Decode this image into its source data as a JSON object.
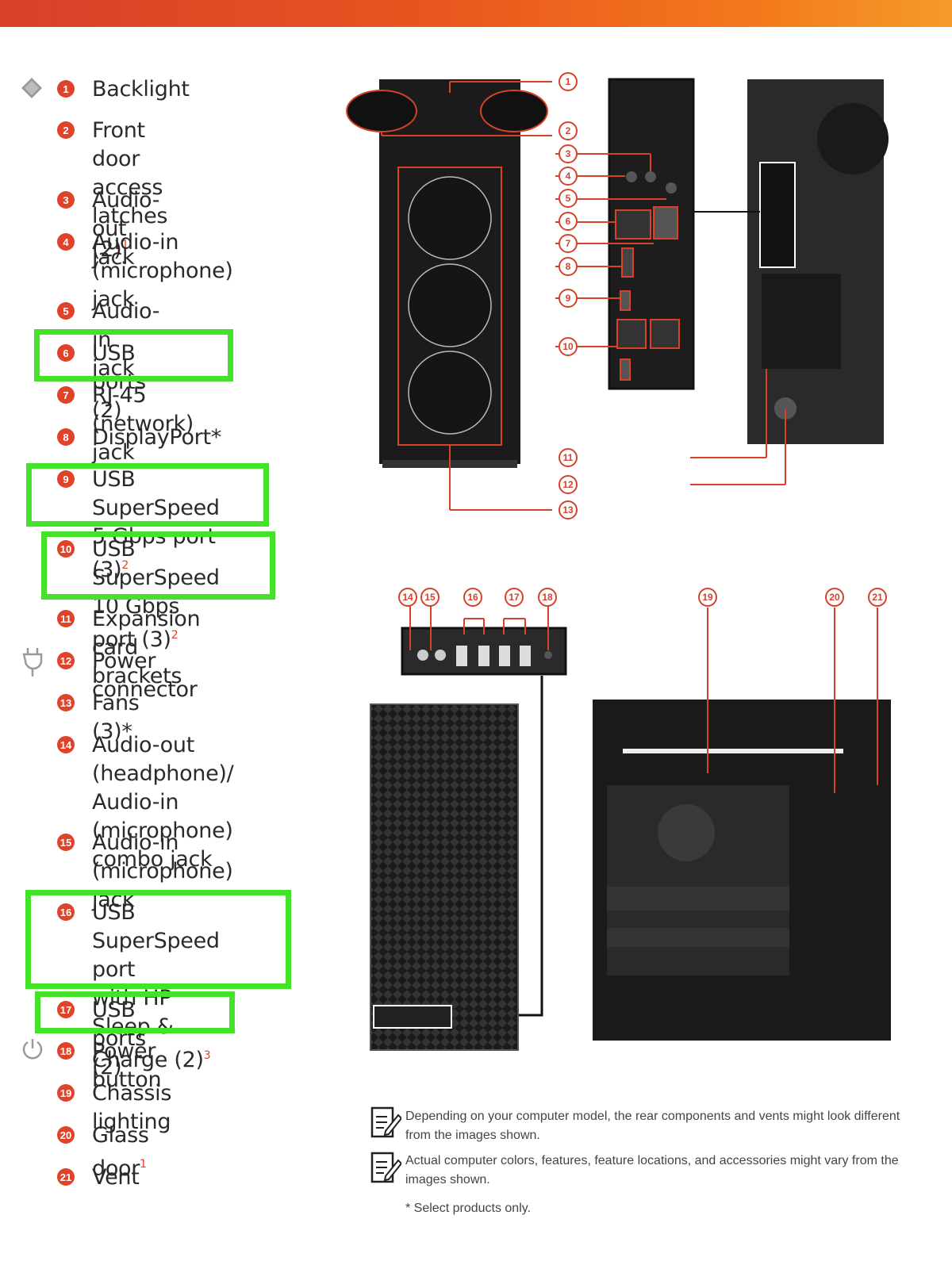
{
  "legend": [
    {
      "num": "1",
      "text": "Backlight",
      "sup": ""
    },
    {
      "num": "2",
      "text": "Front door access\nlatches (2)",
      "sup": "1"
    },
    {
      "num": "3",
      "text": "Audio-out jack",
      "sup": ""
    },
    {
      "num": "4",
      "text": "Audio-in\n(microphone) jack",
      "sup": ""
    },
    {
      "num": "5",
      "text": "Audio-in jack",
      "sup": ""
    },
    {
      "num": "6",
      "text": "USB ports (2)",
      "sup": ""
    },
    {
      "num": "7",
      "text": "RJ-45 (network) jack",
      "sup": ""
    },
    {
      "num": "8",
      "text": "DisplayPort*",
      "sup": ""
    },
    {
      "num": "9",
      "text": "USB SuperSpeed\n5 Gbps port (3)",
      "sup": "2"
    },
    {
      "num": "10",
      "text": "USB SuperSpeed\n10 Gbps port (3)",
      "sup": "2"
    },
    {
      "num": "11",
      "text": "Expansion card brackets",
      "sup": ""
    },
    {
      "num": "12",
      "text": "Power connector",
      "sup": ""
    },
    {
      "num": "13",
      "text": "Fans (3)*",
      "sup": ""
    },
    {
      "num": "14",
      "text": "Audio-out (headphone)/\nAudio-in (microphone)\ncombo jack",
      "sup": ""
    },
    {
      "num": "15",
      "text": "Audio-in (microphone)\njack",
      "sup": ""
    },
    {
      "num": "16",
      "text": "USB SuperSpeed port\nwith HP Sleep &\nCharge (2)",
      "sup": "3"
    },
    {
      "num": "17",
      "text": "USB ports (2)",
      "sup": ""
    },
    {
      "num": "18",
      "text": "Power button",
      "sup": ""
    },
    {
      "num": "19",
      "text": "Chassis lighting",
      "sup": ""
    },
    {
      "num": "20",
      "text": "Glass door",
      "sup": "1"
    },
    {
      "num": "21",
      "text": "Vent",
      "sup": ""
    }
  ],
  "icons": {
    "backlight": "diamond-icon",
    "power_connector": "plug-icon",
    "power_button": "power-icon",
    "note": "note-pencil-icon"
  },
  "colors": {
    "accent": "#e0422a",
    "highlight": "#44e32a",
    "device": "#1d1d1d"
  },
  "callouts_top": [
    "1",
    "2",
    "3",
    "4",
    "5",
    "6",
    "7",
    "8",
    "9",
    "10",
    "11",
    "12",
    "13"
  ],
  "callouts_bottom": [
    "14",
    "15",
    "16",
    "17",
    "18",
    "19",
    "20",
    "21"
  ],
  "notes": [
    "Depending on your computer model, the rear components and vents might look different from the images shown.",
    "Actual computer colors, features, feature locations, and accessories might vary from the images shown."
  ],
  "footnote": "* Select products only."
}
